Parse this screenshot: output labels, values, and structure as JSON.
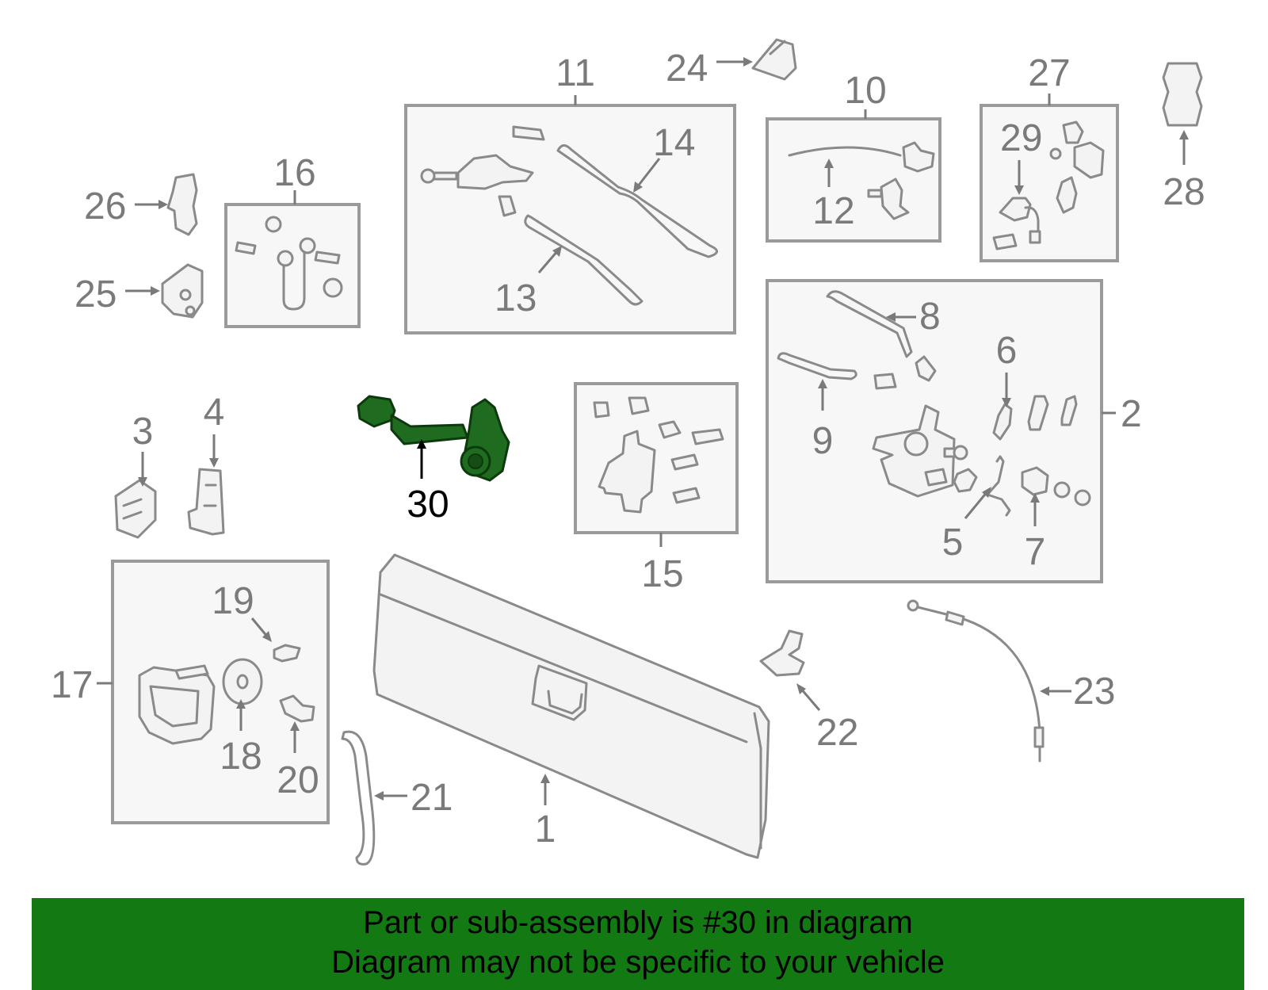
{
  "callouts": {
    "n1": "1",
    "n2": "2",
    "n3": "3",
    "n4": "4",
    "n5": "5",
    "n6": "6",
    "n7": "7",
    "n8": "8",
    "n9": "9",
    "n10": "10",
    "n11": "11",
    "n12": "12",
    "n13": "13",
    "n14": "14",
    "n15": "15",
    "n16": "16",
    "n17": "17",
    "n18": "18",
    "n19": "19",
    "n20": "20",
    "n21": "21",
    "n22": "22",
    "n23": "23",
    "n24": "24",
    "n25": "25",
    "n26": "26",
    "n27": "27",
    "n28": "28",
    "n29": "29",
    "n30": "30"
  },
  "highlighted_part": "30",
  "colors": {
    "highlight_part": "#1f6b1f",
    "banner_background": "#137a13",
    "callout_text": "#7a7a7a"
  },
  "banner": {
    "line1": "Part or sub-assembly is #30 in diagram",
    "line2": "Diagram may not be specific to your vehicle"
  }
}
